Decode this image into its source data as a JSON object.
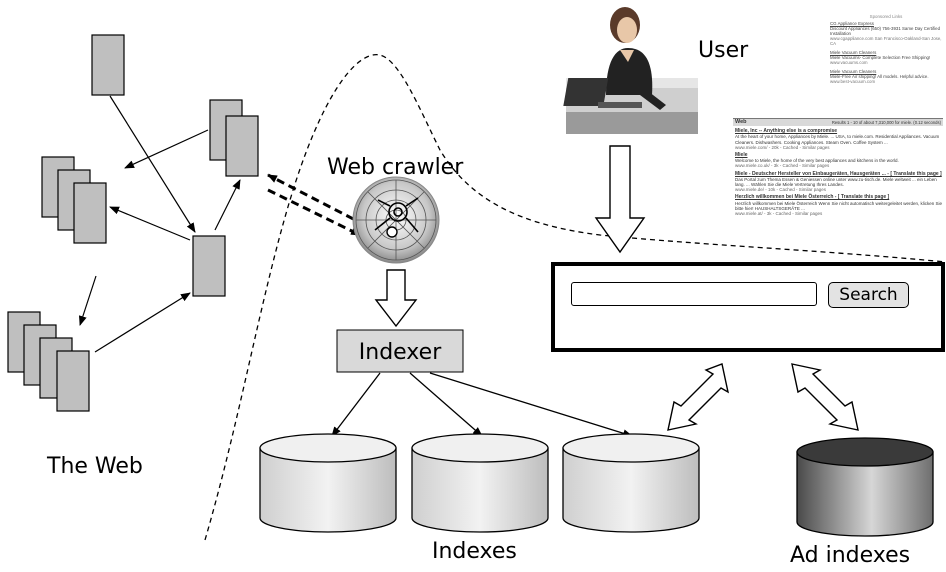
{
  "labels": {
    "user": "User",
    "web_crawler": "Web crawler",
    "indexer": "Indexer",
    "the_web": "The Web",
    "indexes": "Indexes",
    "ad_indexes": "Ad indexes",
    "search_button": "Search"
  },
  "search": {
    "value": ""
  },
  "serp": {
    "tab": "Web",
    "results_line": "Results 1 - 10 of about 7,310,000 for miele. (0.12 seconds)",
    "results": [
      {
        "title": "Miele, Inc -- Anything else is a compromise",
        "snippet": "At the heart of your home, Appliances by Miele. ... USA, to miele.com. Residential Appliances. Vacuum Cleaners. Dishwashers. Cooking Appliances. Steam Oven. Coffee System ...",
        "url": "www.miele.com/ - 20k - Cached - Similar pages"
      },
      {
        "title": "Miele",
        "snippet": "Welcome to Miele, the home of the very best appliances and kitchens in the world.",
        "url": "www.miele.co.uk/ - 3k - Cached - Similar pages"
      },
      {
        "title": "Miele - Deutscher Hersteller von Einbaugeräten, Hausgeräten ... - [ Translate this page ]",
        "snippet": "Das Portal zum Thema Essen & Geniessen online unter www.zu-tisch.de. Miele weltweit ... ein Leben lang. ... Wählen Sie die Miele Vertretung Ihres Landes.",
        "url": "www.miele.de/ - 10k - Cached - Similar pages"
      },
      {
        "title": "Herzlich willkommen bei Miele Österreich - [ Translate this page ]",
        "snippet": "Herzlich willkommen bei Miele Österreich Wenn Sie nicht automatisch weitergeleitet werden, klicken Sie bitte hier! HAUSHALTSGERÄTE ...",
        "url": "www.miele.at/ - 3k - Cached - Similar pages"
      }
    ]
  },
  "ads": {
    "label": "Sponsored Links",
    "items": [
      {
        "title": "CG Appliance Express",
        "text": "Discount Appliances (650) 756-3931 Same Day Certified Installation",
        "url": "www.cgappliance.com San Francisco-Oakland-San Jose, CA"
      },
      {
        "title": "Miele Vacuum Cleaners",
        "text": "Miele Vacuums- Complete Selection Free Shipping!",
        "url": "www.vacuums.com"
      },
      {
        "title": "Miele Vacuum Cleaners",
        "text": "Miele-Free Air shipping! All models. Helpful advice.",
        "url": "www.best-vacuum.com"
      }
    ]
  },
  "colors": {
    "page_fill": "#bfbfbf",
    "page_stroke": "#000000",
    "indexer_fill": "#d9d9d9",
    "db_light": "#e6e6e6",
    "db_dark": "#555555"
  },
  "icons": [
    "user-at-laptop-icon",
    "spider-web-icon",
    "database-icon",
    "document-page-icon"
  ]
}
